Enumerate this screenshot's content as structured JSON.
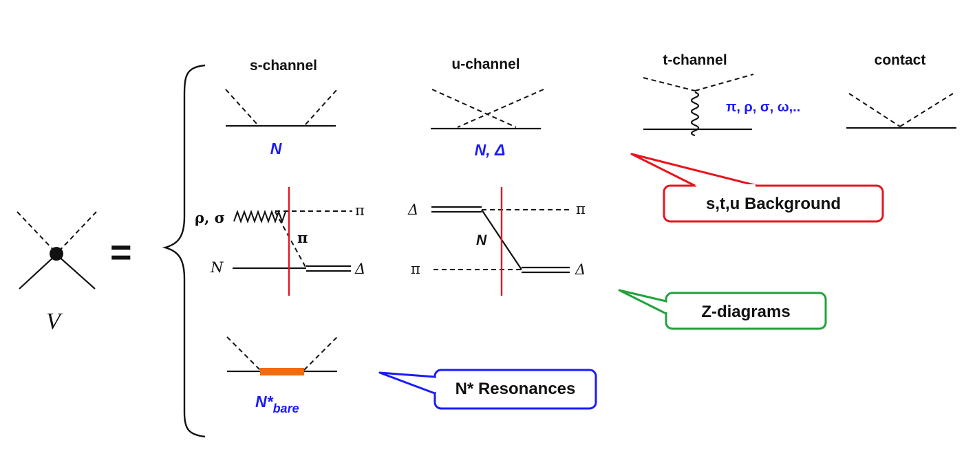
{
  "vertex": {
    "label": "V",
    "equals": "="
  },
  "headers": {
    "s_channel": "s-channel",
    "u_channel": "u-channel",
    "t_channel": "t-channel",
    "contact": "contact"
  },
  "exchange_labels": {
    "s_channel": "N",
    "u_channel": "N, Δ",
    "t_channel": "π, ρ, σ, ω,.."
  },
  "z_diagram_1": {
    "meson_in": "ρ, σ",
    "pion_out": "π",
    "pion_internal": "π",
    "nucleon_in": "N",
    "delta_out": "Δ"
  },
  "z_diagram_2": {
    "delta_in": "Δ",
    "pion_out": "π",
    "nucleon_internal": "N",
    "pion_in": "π",
    "delta_out": "Δ"
  },
  "resonance": {
    "label_main": "N*",
    "label_sub": "bare"
  },
  "callouts": {
    "background": {
      "text": "s,t,u Background",
      "color": "#e8141e"
    },
    "z_diagrams": {
      "text": "Z-diagrams",
      "color": "#22a23a"
    },
    "resonances": {
      "text": "N*  Resonances",
      "color": "#1a1aff"
    }
  },
  "colors": {
    "cut_line": "#e8141e",
    "exchange_text": "#1a1aff",
    "bare_propagator": "#f26b0f"
  }
}
